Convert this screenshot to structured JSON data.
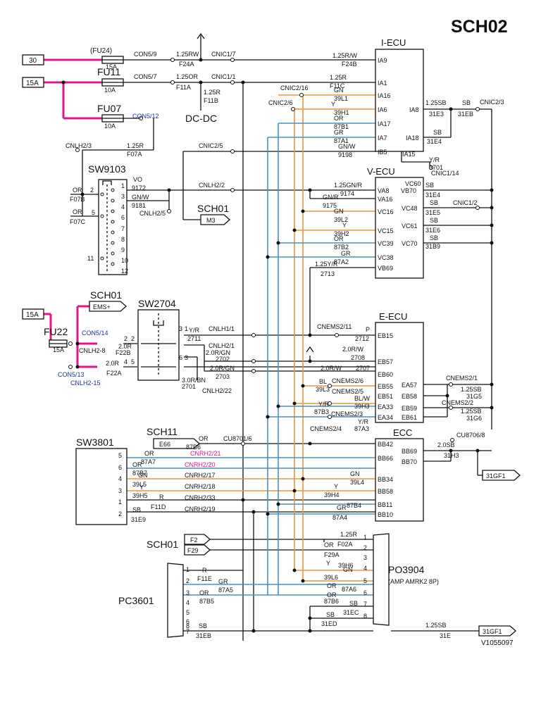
{
  "sheet_id": "SCH02",
  "drawing_no": "V1055097",
  "colors": {
    "power_wire": "#e0168a",
    "orange_wire": "#e8963c",
    "blue_wire": "#4a8fbf",
    "ink": "#111111",
    "net_ref_blue": "#1a3399"
  },
  "ecus": {
    "iecu": {
      "title": "I-ECU",
      "pins": [
        "IA9",
        "IA1",
        "IA16",
        "IA6",
        "IA17",
        "IA7",
        "IB5",
        "IA8",
        "IA18",
        "IA15"
      ]
    },
    "vecu": {
      "title": "V-ECU",
      "pins": [
        "VA8",
        "VA16",
        "VC16",
        "VC15",
        "VC39",
        "VC38",
        "VB69",
        "VC60",
        "VB70",
        "VC48",
        "VC61",
        "VC70"
      ]
    },
    "eecu": {
      "title": "E-ECU",
      "pins": [
        "EB15",
        "EB57",
        "EB60",
        "EB55",
        "EB51",
        "EA33",
        "EA34",
        "EA57",
        "EB58",
        "EB59",
        "EB61"
      ],
      "p_label": "P"
    },
    "ecc": {
      "title": "ECC",
      "pins": [
        "BB42",
        "BB66",
        "BB34",
        "BB58",
        "BB11",
        "BB10",
        "BB69",
        "BB70"
      ]
    }
  },
  "power": {
    "in30": "30",
    "in15a_top": "15A",
    "in15a_mid": "15A"
  },
  "fuses": {
    "fu24": {
      "name": "(FU24)",
      "rating": "15A"
    },
    "fu11": {
      "name": "FU11",
      "rating": "10A"
    },
    "fu07": {
      "name": "FU07",
      "rating": "10A",
      "con": "CON5/12"
    },
    "fu22": {
      "name": "FU22",
      "rating": "15A",
      "con": "CON5/14"
    }
  },
  "switches": {
    "sw9103": {
      "name": "SW9103",
      "pins": [
        "1",
        "2",
        "3",
        "4",
        "5",
        "6",
        "7",
        "8",
        "9",
        "10",
        "11",
        "12"
      ]
    },
    "sw2704": {
      "name": "SW2704",
      "pins": [
        "3",
        "1",
        "2",
        "2",
        "6",
        "3",
        "4",
        "5"
      ]
    },
    "sw3801": {
      "name": "SW3801",
      "pins": [
        "5",
        "6",
        "4",
        "3",
        "1",
        "2"
      ]
    }
  },
  "refs": {
    "sch01_m3": "SCH01",
    "m3": "M3",
    "sch01_ems": "SCH01",
    "ems": "EMS+",
    "sch11": "SCH11",
    "e66": "E66",
    "sch01_f": "SCH01",
    "f2": "F2",
    "f29": "F29",
    "gf_mid": "31GF1",
    "gf_bot": "31GF1",
    "dcdc": "DC-DC",
    "po3904": "PO3904",
    "po3904_sub": "(AMP AMRK2 8P)",
    "pc3601": "PC3601"
  },
  "connectors": {
    "po3904_pins": [
      "1",
      "2",
      "3",
      "4",
      "5",
      "6",
      "7",
      "8"
    ],
    "pc3601_pins": [
      "1",
      "2",
      "3",
      "4",
      "5",
      "6",
      "7",
      "8"
    ]
  },
  "connector_labels": {
    "t_con59": "CON5/9",
    "t_cnic17": "CNIC1/7",
    "t_con57": "CON5/7",
    "t_cnic11": "CNIC1/1",
    "t_cnic216": "CNIC2/16",
    "t_cnic26": "CNIC2/6",
    "t_cnlh23": "CNLH2/3",
    "t_cnic25": "CNIC2/5",
    "t_cnlh22": "CNLH2/2",
    "t_cnlh25": "CNLH2/5",
    "t_cnic114": "CNIC1/14",
    "t_cnic12": "CNIC1/2",
    "t_cnic23": "CNIC2/3",
    "t_cnlh28": "CNLH2-8",
    "t_con513": "CON5/13",
    "t_cnlh215": "CNLH2-15",
    "t_cnlh11": "CNLH1/1",
    "t_cnlh21": "CNLH2/1",
    "t_cnlh222": "CNLH2/22",
    "t_cnems211": "CNEMS2/11",
    "t_cnems26": "CNEMS2/6",
    "t_cnems25": "CNEMS2/5",
    "t_cnems23": "CNEMS2/3",
    "t_cnems24": "CNEMS2/4",
    "t_cnems21": "CNEMS2/1",
    "t_cnems22": "CNEMS2/2",
    "t_cu87016": "CU8701/6",
    "t_cu87068": "CU8706/8",
    "t_cnrh221": "CNRH2/21",
    "t_cnrh220": "CNRH2/20",
    "t_cnrh217": "CNRH2/17",
    "t_cnrh218": "CNRH2/18",
    "t_cnrh233": "CNRH2/33",
    "t_cnrh219": "CNRH2/19"
  },
  "wire_labels": {
    "w_125rw": "1.25RW",
    "w_f24a": "F24A",
    "w_125rw_b": "1.25R/W",
    "w_f24b": "F24B",
    "w_125or": "1.25OR",
    "w_f11a": "F11A",
    "w_125r_a": "1.25R",
    "w_f11c": "F11C",
    "w_125r_b": "1.25R",
    "w_f11b": "F11B",
    "w_gn1": "GN",
    "w_39l1": "39L1",
    "w_y1": "Y",
    "w_39h1": "39H1",
    "w_or1": "OR",
    "w_87b1": "87B1",
    "w_gr1": "GR",
    "w_87a1": "87A1",
    "w_gnw": "GN/W",
    "w_9198": "9198",
    "w_125r_c": "1.25R",
    "w_f07a": "F07A",
    "w_125sb1": "1.25SB",
    "w_31e3": "31E3",
    "w_sb1": "SB",
    "w_31eb": "31EB",
    "w_sb2": "SB",
    "w_31e4": "31E4",
    "w_yr1": "Y/R",
    "w_3701": "3701",
    "w_vo": "VO",
    "w_9172": "9172",
    "w_gnw2": "GN/W",
    "w_9181": "9181",
    "w_or2": "OR",
    "w_f07b": "F07B",
    "w_or3": "OR",
    "w_f07c": "F07C",
    "w_125gnr": "1.25GN/R",
    "w_9174": "9174",
    "w_gnr": "GN/R",
    "w_9175": "9175",
    "w_gn2": "GN",
    "w_39l2": "39L2",
    "w_y2": "Y",
    "w_39h2": "39H2",
    "w_or4": "OR",
    "w_87b2": "87B2",
    "w_gr2": "GR",
    "w_87a2": "87A2",
    "w_125yr": "1.25Y/R",
    "w_2713": "2713",
    "w_sb3": "SB",
    "w_31e4b": "31E4",
    "w_sb4": "SB",
    "w_31e5": "31E5",
    "w_sb5": "SB",
    "w_31e6": "31E6",
    "w_sb6": "SB",
    "w_31b9": "31B9",
    "w_yr2": "Y/R",
    "w_2711": "2711",
    "w_2712": "2712",
    "w_20r_a": "2.0R",
    "w_f22b": "F22B",
    "w_20r_b": "2.0R",
    "w_f22a": "F22A",
    "w_20rw": "2.0R/W",
    "w_2708": "2708",
    "w_20rgn_a": "2.0R/GN",
    "w_2702": "2702",
    "w_20rgn_b": "2.0R/GN",
    "w_2703": "2703",
    "w_30rbn": "3.0R/BN",
    "w_2701": "2701",
    "w_20rw_b": "2.0R/W",
    "w_2707": "2707",
    "w_bl": "BL",
    "w_39l3": "39L3",
    "w_blw": "BL/W",
    "w_39h3": "39H3",
    "w_yr3": "Y/R",
    "w_87b3": "87B3",
    "w_yr4": "Y/R",
    "w_87a3": "87A3",
    "w_125sb2": "1.25SB",
    "w_31g5": "31G5",
    "w_125sb3": "1.25SB",
    "w_31g6": "31G6",
    "w_20sb": "2.0SB",
    "w_31h3": "31H3",
    "w_or5": "OR",
    "w_87b6": "87B6",
    "w_or6": "OR",
    "w_87a7": "87A7",
    "w_or7": "OR",
    "w_87b7": "87B7",
    "w_gn3": "GN",
    "w_39l5": "39L5",
    "w_y3": "Y",
    "w_39h5": "39H5",
    "w_r1": "R",
    "w_f11d": "F11D",
    "w_sb7": "SB",
    "w_31e9": "31E9",
    "w_gn4": "GN",
    "w_39l4": "39L4",
    "w_y4": "Y",
    "w_39h4": "39H4",
    "w_gr3": "GR",
    "w_87b4": "87B4",
    "w_87a4": "87A4",
    "w_125r_d": "1.25R",
    "w_or8": "OR",
    "w_f02a": "F02A",
    "w_f29a": "F29A",
    "w_y5": "Y",
    "w_39h6": "39H6",
    "w_gn5": "GN",
    "w_39l6": "39L6",
    "w_or9": "OR",
    "w_87a6": "87A6",
    "w_or10": "OR",
    "w_87b6b": "87B6",
    "w_sb8": "SB",
    "w_31ec": "31EC",
    "w_sb9": "SB",
    "w_31ed": "31ED",
    "w_r2": "R",
    "w_f11e": "F11E",
    "w_gr4": "GR",
    "w_87a5": "87A5",
    "w_or11": "OR",
    "w_87b5": "87B5",
    "w_sb10": "SB",
    "w_31eb2": "31EB",
    "w_125sb4": "1.25SB",
    "w_31e": "31E"
  }
}
